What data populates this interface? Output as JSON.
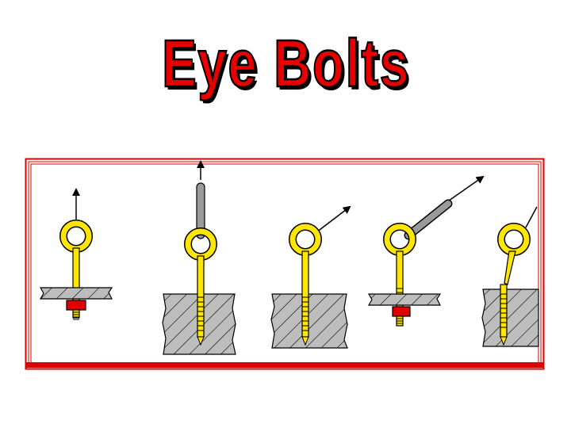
{
  "slide": {
    "title": "Eye Bolts"
  },
  "illustration": {
    "frame_color": "#e00000",
    "bolt_color": "#ffe600",
    "material_color": "#bdbdbd",
    "nut_color": "#e00000",
    "rod_color": "#9a9a9a",
    "outline_color": "#000000",
    "panels": [
      {
        "name": "through-bolt-vertical-pull",
        "material": "thin-plate",
        "nut": true,
        "rod": false
      },
      {
        "name": "threaded-block-vertical-rod",
        "material": "thick-block",
        "nut": false,
        "rod": true
      },
      {
        "name": "threaded-block-angled-pull",
        "material": "thick-block",
        "nut": false,
        "rod": false
      },
      {
        "name": "through-bolt-angled-rod",
        "material": "thin-plate",
        "nut": true,
        "rod": true
      },
      {
        "name": "bent-bolt-failure",
        "material": "thick-block",
        "nut": false,
        "rod": false
      }
    ]
  }
}
